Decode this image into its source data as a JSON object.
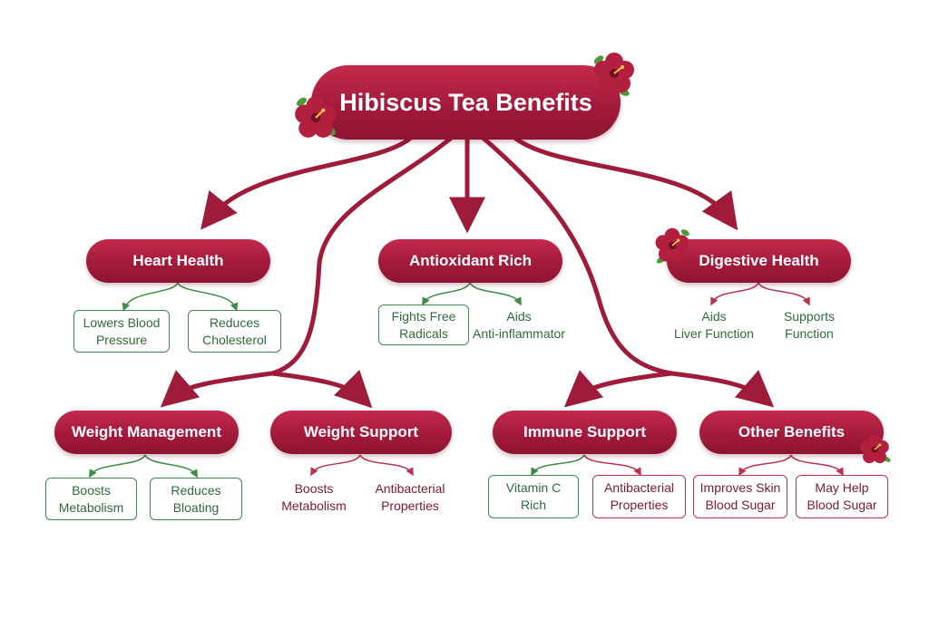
{
  "root": {
    "title": "Hibiscus Tea Benefits"
  },
  "categories": [
    {
      "label": "Heart Health",
      "leaves": [
        {
          "text": "Lowers Blood\nPressure"
        },
        {
          "text": "Reduces\nCholesterol"
        }
      ]
    },
    {
      "label": "Antioxidant Rich",
      "leaves": [
        {
          "text": "Fights Free\nRadicals"
        },
        {
          "text": "Aids\nAnti-inflammator"
        }
      ]
    },
    {
      "label": "Digestive Health",
      "leaves": [
        {
          "text": "Aids\nLiver Function"
        },
        {
          "text": "Supports\nFunction"
        }
      ]
    },
    {
      "label": "Weight Management",
      "leaves": [
        {
          "text": "Boosts\nMetabolism"
        },
        {
          "text": "Reduces\nBloating"
        }
      ]
    },
    {
      "label": "Weight Support",
      "leaves": [
        {
          "text": "Boosts\nMetabolism"
        },
        {
          "text": "Antibacterial\nProperties"
        }
      ]
    },
    {
      "label": "Immune Support",
      "leaves": [
        {
          "text": "Vitamin C\nRich"
        },
        {
          "text": "Antibacterial\nProperties"
        }
      ]
    },
    {
      "label": "Other Benefits",
      "leaves": [
        {
          "text": "Improves Skin\nBlood Sugar"
        },
        {
          "text": "May Help\nBlood Sugar"
        }
      ]
    }
  ],
  "colors": {
    "node": "#a31a3a",
    "arrow": "#9e1b3a",
    "leaf_green": "#3e8a4a",
    "leaf_red": "#b8344f"
  },
  "icons": {
    "decoration": "hibiscus-flower-icon"
  }
}
